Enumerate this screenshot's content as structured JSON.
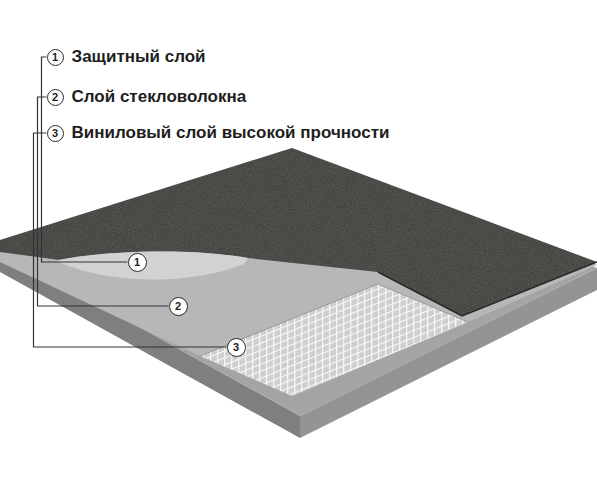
{
  "diagram": {
    "nodes": [
      {
        "text": [
          "1",
          "Защитный слой"
        ]
      },
      {
        "text": [
          "2",
          "Слой стекловолокна"
        ]
      },
      {
        "text": [
          "3",
          "Виниловый слой высокой прочности"
        ]
      },
      {
        "text": [
          "1"
        ]
      },
      {
        "text": [
          "2"
        ]
      },
      {
        "text": [
          "3"
        ]
      }
    ],
    "edges": [
      {
        "from": 0,
        "to": 3,
        "arrow": "none"
      },
      {
        "from": 1,
        "to": 4,
        "arrow": "none"
      },
      {
        "from": 2,
        "to": 5,
        "arrow": "none"
      }
    ]
  }
}
